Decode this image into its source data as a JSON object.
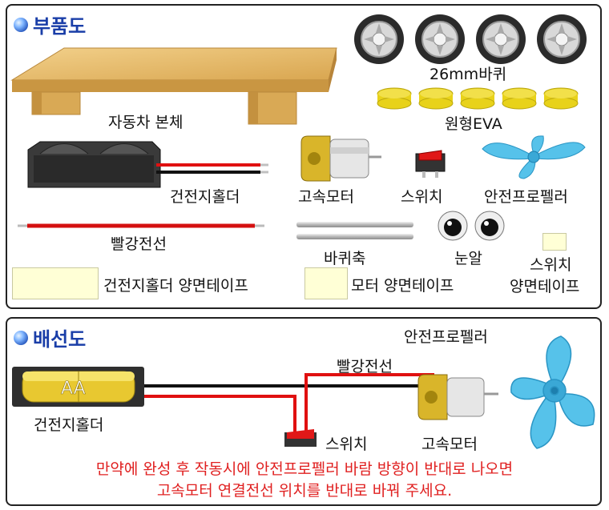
{
  "parts_section": {
    "title": "부품도",
    "items": {
      "car_body": "자동차 본체",
      "wheels": "26mm바퀴",
      "eva": "원형EVA",
      "battery_holder": "건전지홀더",
      "motor": "고속모터",
      "switch": "스위치",
      "propeller": "안전프로펠러",
      "red_wire": "빨강전선",
      "axle": "바퀴축",
      "eyes": "눈알",
      "switch_tape_1": "스위치",
      "switch_tape_2": "양면테이프",
      "holder_tape": "건전지홀더 양면테이프",
      "motor_tape": "모터 양면테이프"
    }
  },
  "wiring_section": {
    "title": "배선도",
    "labels": {
      "propeller": "안전프로펠러",
      "red_wire": "빨강전선",
      "battery_holder": "건전지홀더",
      "switch": "스위치",
      "motor": "고속모터",
      "battery_text": "AA"
    },
    "warning_line1": "만약에 완성 후 작동시에 안전프로펠러 바람 방향이 반대로 나오면",
    "warning_line2": "고속모터 연결전선 위치를 반대로 바꿔 주세요."
  },
  "colors": {
    "title_blue": "#1a3ea8",
    "warning_red": "#e02020",
    "propeller_blue": "#56c2ea",
    "eva_yellow": "#e8d21a",
    "wood": "#e2b560",
    "tape_cream": "#ffffd6"
  }
}
